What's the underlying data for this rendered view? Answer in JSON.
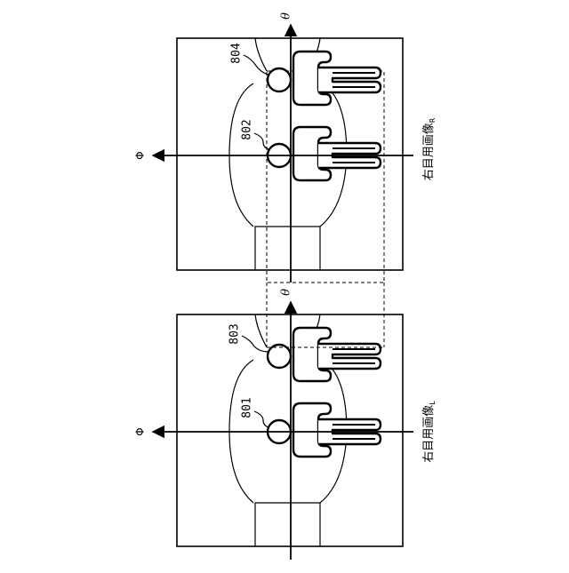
{
  "figure": {
    "top_panel": {
      "axis_theta": "θ",
      "axis_phi": "Φ",
      "caption_main": "右目用画像",
      "caption_sub": "R",
      "label_upper_person": "804",
      "label_lower_person": "802"
    },
    "bottom_panel": {
      "axis_theta": "θ",
      "axis_phi": "Φ",
      "caption_main": "右目用画像",
      "caption_sub": "L",
      "label_upper_person": "803",
      "label_lower_person": "801"
    }
  },
  "colors": {
    "line": "#000000",
    "background": "#ffffff"
  }
}
